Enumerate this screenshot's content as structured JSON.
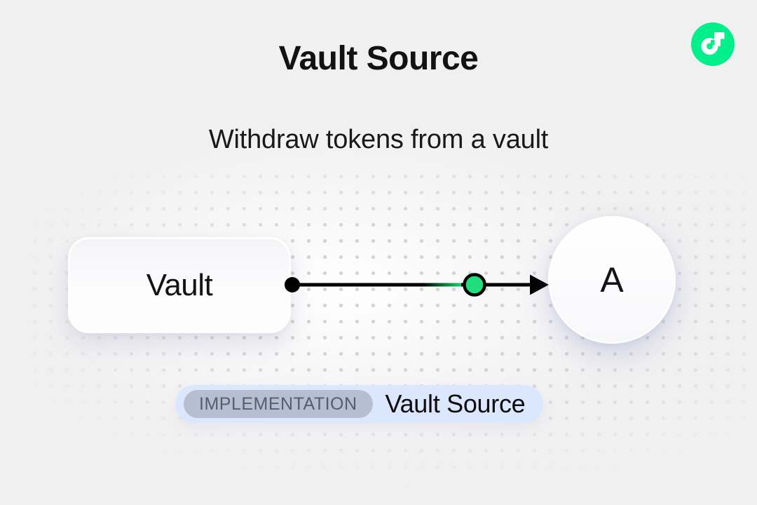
{
  "page": {
    "title": "Vault Source",
    "subtitle": "Withdraw tokens from a vault"
  },
  "logo": {
    "name": "flow-blockchain-logo",
    "brand_color": "#00EF8B"
  },
  "diagram": {
    "source_node": {
      "label": "Vault",
      "shape": "rounded-rect"
    },
    "target_node": {
      "label": "A",
      "shape": "circle"
    },
    "edge": {
      "direction": "left-to-right",
      "start_marker": "black-dot",
      "end_marker": "arrowhead",
      "token_marker_color": "#1FDE7B"
    }
  },
  "badge": {
    "tag": "IMPLEMENTATION",
    "label": "Vault Source"
  },
  "colors": {
    "background": "#f0f0f1",
    "dot": "#d2d2d7",
    "flow-green": "#00EF8B",
    "marker-green": "#1FDE7B",
    "badge-bg": "#dbe7fc",
    "tag-bg": "#b6bfd2",
    "tag-text": "#565e6d",
    "ink": "#111213"
  }
}
